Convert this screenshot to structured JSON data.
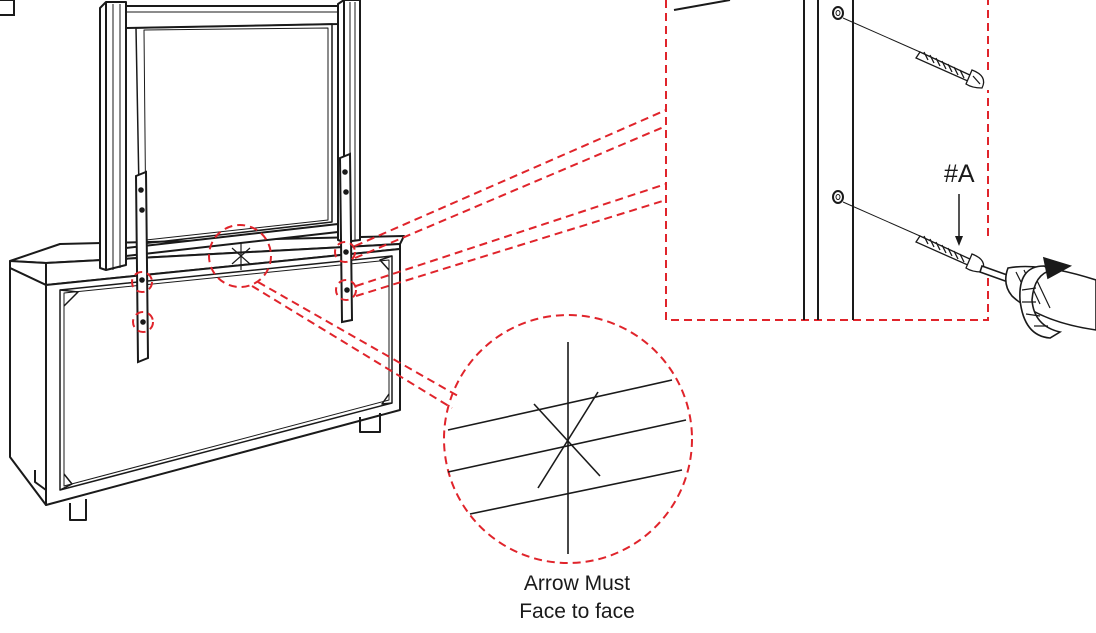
{
  "labels": {
    "part_id": "#A",
    "caption_line1": "Arrow Must",
    "caption_line2": "Face to face"
  },
  "colors": {
    "line": "#1a1a1a",
    "callout": "#e0242b",
    "background": "#ffffff"
  },
  "icons": [
    "wood-screw-icon",
    "screwdriver-icon",
    "rotation-arrow-icon",
    "direction-arrow-icon"
  ]
}
